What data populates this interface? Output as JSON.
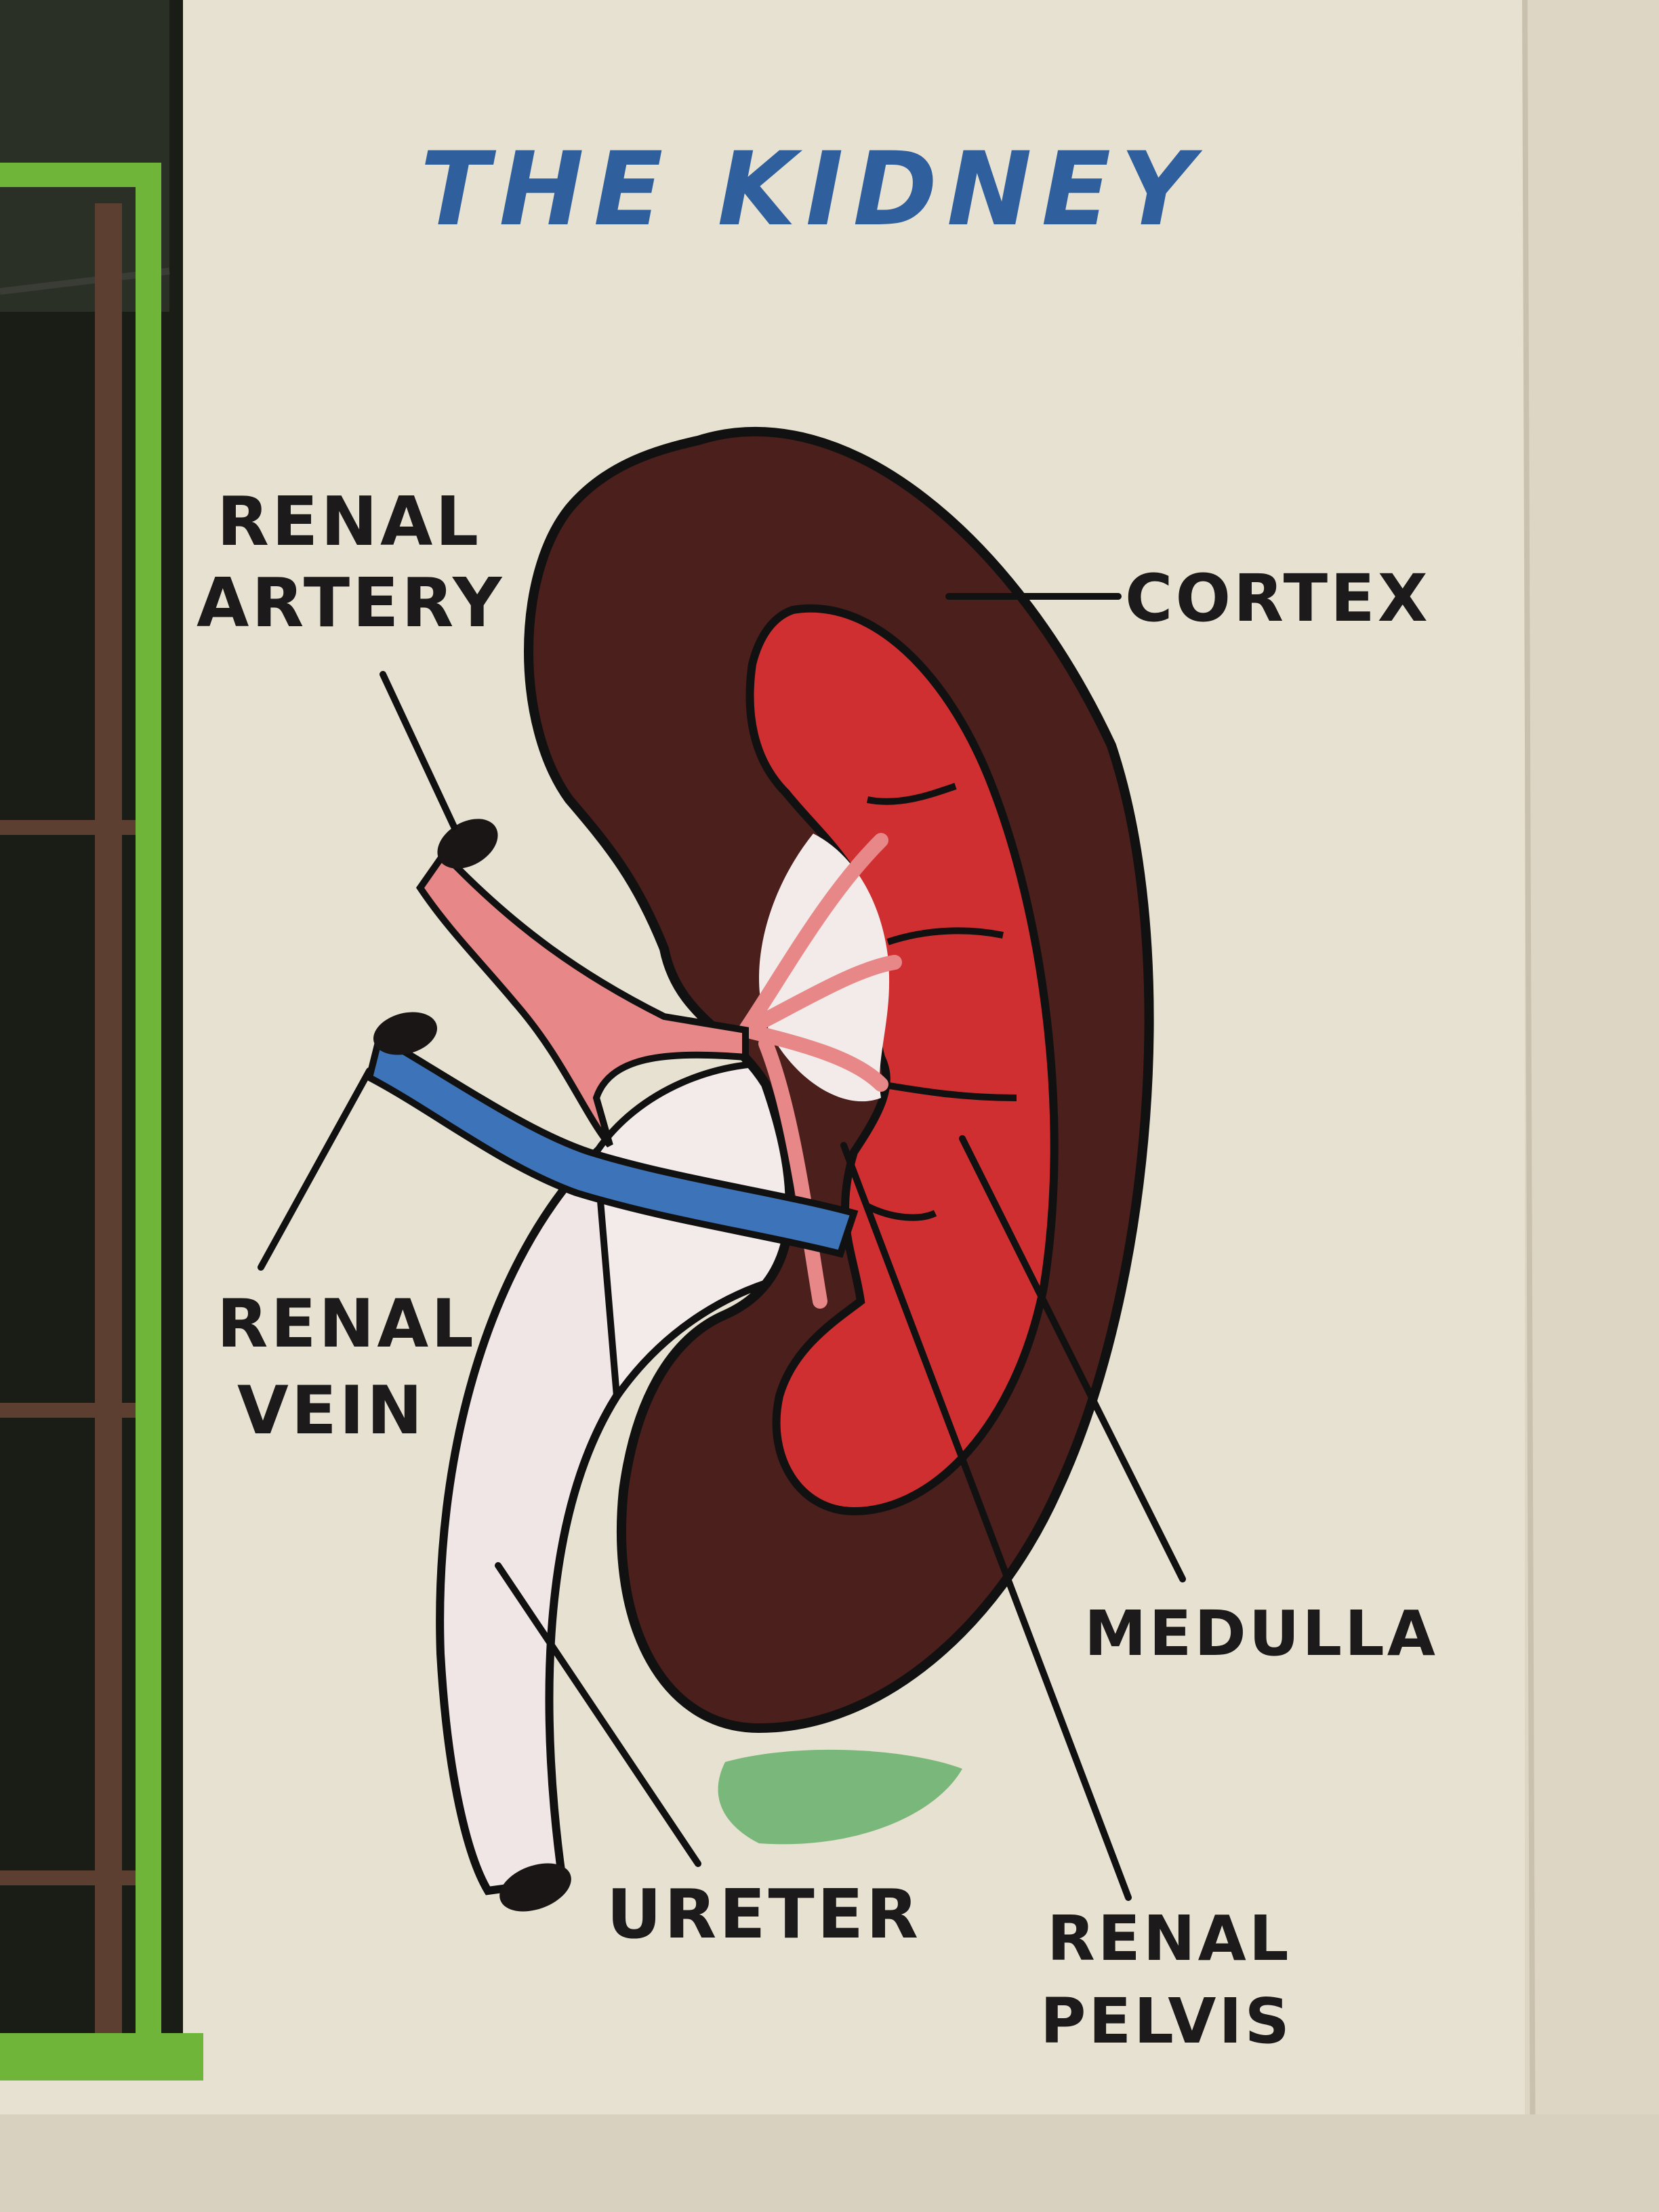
{
  "title": "THE KIDNEY",
  "labels": {
    "renal_artery": [
      "RENAL",
      "ARTERY"
    ],
    "cortex": "CORTEX",
    "renal_vein": [
      "RENAL",
      "VEIN"
    ],
    "medulla": "MEDULLA",
    "ureter": "URETER",
    "renal_pelvis": [
      "RENAL",
      "PELVIS"
    ]
  },
  "colors": {
    "wall": "#e7e1d1",
    "cortex": "#4a1f1c",
    "medulla": "#cf2f31",
    "artery": "#e88787",
    "vein": "#3d73b8",
    "pelvis": "#f1e6e6",
    "outline": "#111111",
    "title": "#2f5f9c",
    "window_frame": "#6fb53a"
  }
}
